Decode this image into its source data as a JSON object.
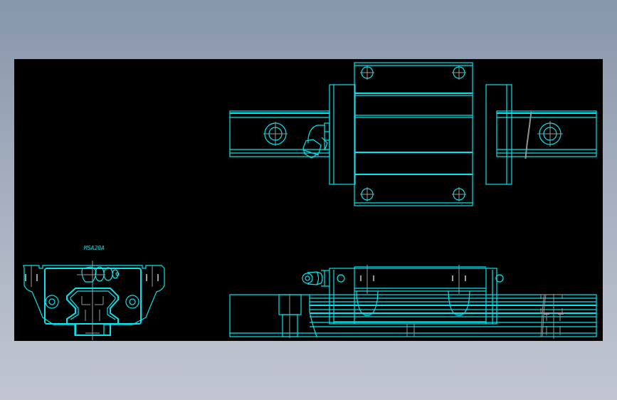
{
  "drawing": {
    "model_label": "MSA20A",
    "background_color": "#000000",
    "line_color": "#00e5ee",
    "centerline_color": "#9a9a9a",
    "views": [
      {
        "name": "end-view",
        "position": "bottom-left"
      },
      {
        "name": "top-view",
        "position": "top-right"
      },
      {
        "name": "side-view",
        "position": "bottom-right"
      }
    ]
  }
}
